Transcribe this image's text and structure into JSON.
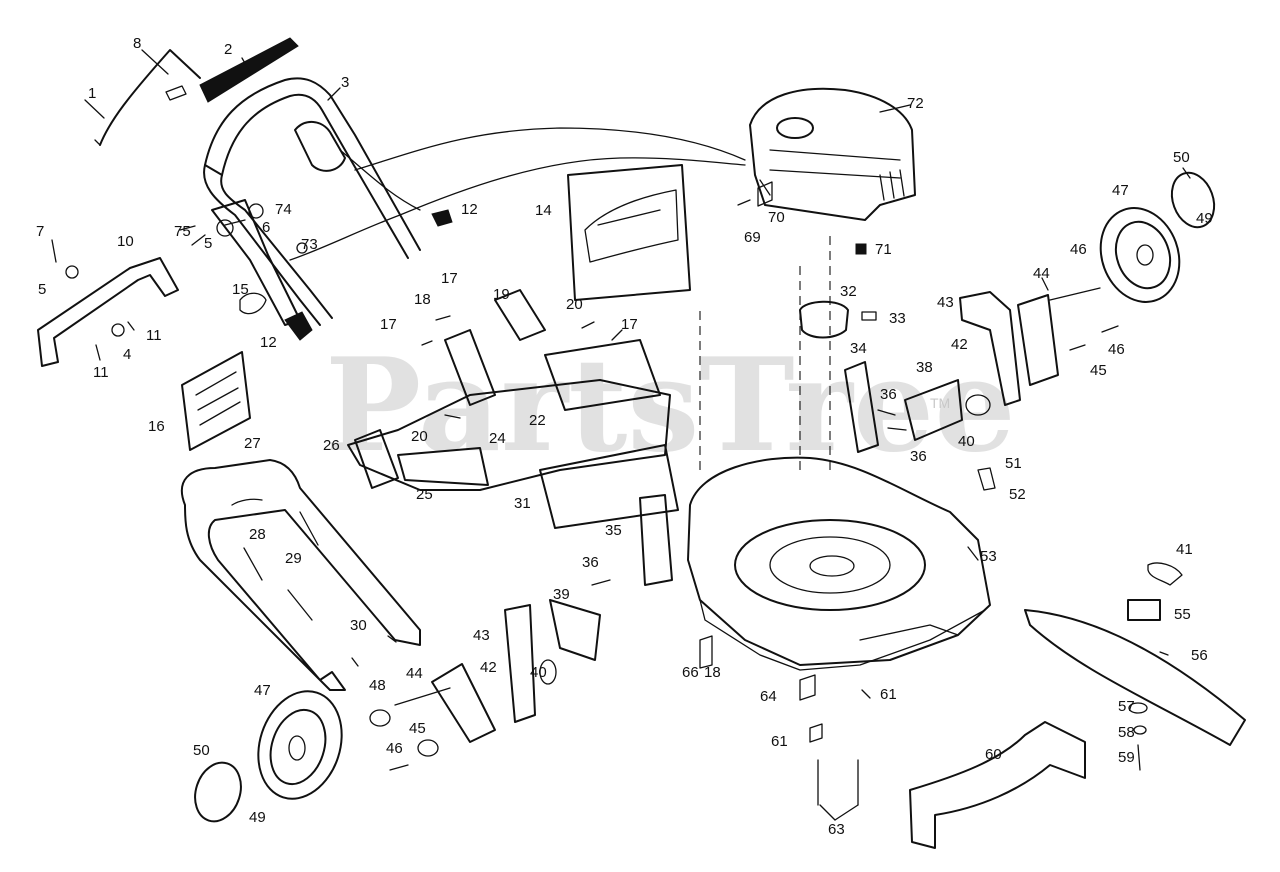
{
  "watermark": {
    "text": "PartsTree",
    "trademark": "TM"
  },
  "part_numbers": [
    "1",
    "2",
    "3",
    "4",
    "5",
    "5",
    "6",
    "7",
    "8",
    "10",
    "11",
    "11",
    "12",
    "12",
    "14",
    "15",
    "16",
    "17",
    "17",
    "17",
    "18",
    "18",
    "19",
    "20",
    "20",
    "22",
    "24",
    "25",
    "26",
    "27",
    "28",
    "29",
    "30",
    "31",
    "32",
    "33",
    "34",
    "35",
    "36",
    "36",
    "36",
    "38",
    "39",
    "40",
    "40",
    "41",
    "42",
    "42",
    "43",
    "43",
    "44",
    "44",
    "45",
    "45",
    "46",
    "46",
    "46",
    "47",
    "47",
    "48",
    "49",
    "49",
    "50",
    "50",
    "51",
    "52",
    "53",
    "55",
    "56",
    "57",
    "58",
    "59",
    "60",
    "61",
    "61",
    "63",
    "64",
    "66",
    "69",
    "70",
    "71",
    "72",
    "73",
    "74",
    "75"
  ]
}
